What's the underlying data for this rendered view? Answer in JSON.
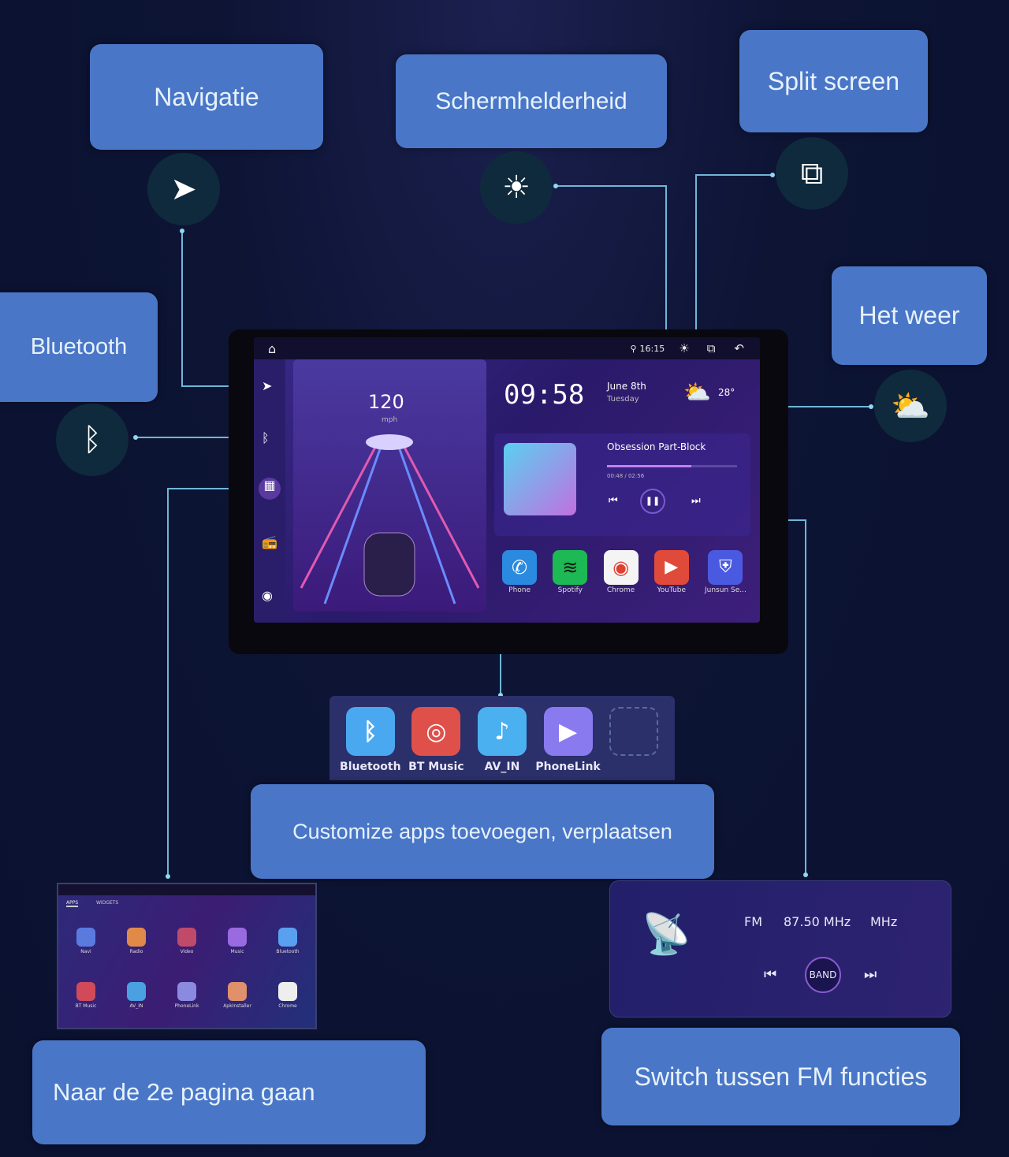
{
  "labels": {
    "navigation": "Navigatie",
    "brightness": "Schermhelderheid",
    "split_screen": "Split screen",
    "weather": "Het weer",
    "bluetooth": "Bluetooth",
    "customize": "Customize apps toevoegen, verplaatsen",
    "second_page": "Naar de 2e pagina gaan",
    "fm_switch": "Switch tussen FM functies"
  },
  "device": {
    "status_time": "16:15",
    "speed": "120",
    "speed_unit": "mph",
    "clock": "09:58",
    "date": "June 8th",
    "weekday": "Tuesday",
    "temperature": "28°",
    "song_title": "Obsession Part-Block",
    "song_time": "00:48 / 02:56",
    "song_progress": 0.65,
    "apps": [
      "Phone",
      "Spotify",
      "Chrome",
      "YouTube",
      "Junsun Se..."
    ]
  },
  "dock_apps": [
    "Bluetooth",
    "BT Music",
    "AV_IN",
    "PhoneLink"
  ],
  "second_screen": {
    "tabs": [
      "APPS",
      "WIDGETS"
    ],
    "apps": [
      "Navi",
      "Radio",
      "Video",
      "Music",
      "Bluetooth",
      "BT Music",
      "AV_IN",
      "PhoneLink",
      "ApkInstaller",
      "Chrome"
    ]
  },
  "fm": {
    "band": "FM",
    "frequency": "87.50 MHz",
    "unit": "MHz",
    "band_button": "BAND"
  },
  "colors": {
    "label": "#4a76c8",
    "background": "#0d1434",
    "line": "#6fb6d8"
  }
}
